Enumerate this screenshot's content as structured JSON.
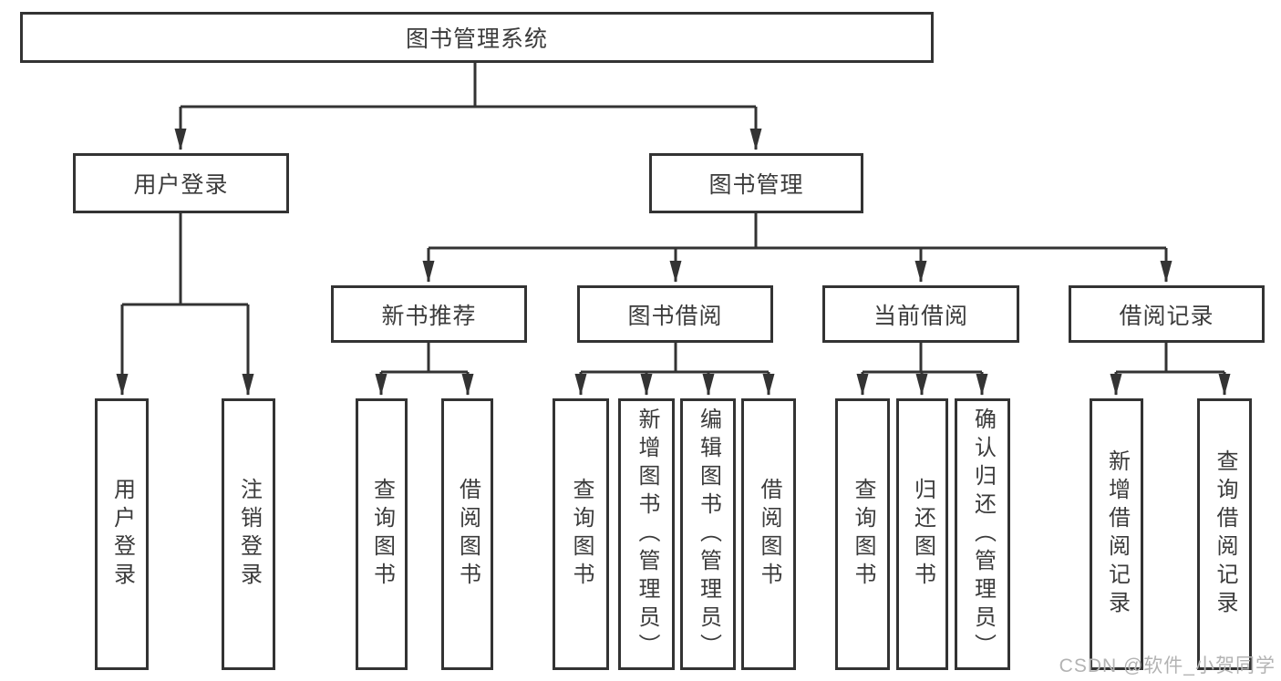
{
  "colors": {
    "line": "#333333",
    "text": "#3b3b3b",
    "background": "#ffffff",
    "watermark_color": "#b3b3b3"
  },
  "watermark": {
    "label": "CSDN @软件_小贺同学"
  },
  "tree": {
    "root": {
      "label": "图书管理系统"
    },
    "branches": [
      {
        "label": "用户登录",
        "children": [
          {
            "label": "用户登录"
          },
          {
            "label": "注销登录"
          }
        ]
      },
      {
        "label": "图书管理",
        "children": [
          {
            "label": "新书推荐",
            "children": [
              {
                "label": "查询图书"
              },
              {
                "label": "借阅图书"
              }
            ]
          },
          {
            "label": "图书借阅",
            "children": [
              {
                "label": "查询图书"
              },
              {
                "label": "新增图书（管理员）"
              },
              {
                "label": "编辑图书（管理员）"
              },
              {
                "label": "借阅图书"
              }
            ]
          },
          {
            "label": "当前借阅",
            "children": [
              {
                "label": "查询图书"
              },
              {
                "label": "归还图书"
              },
              {
                "label": "确认归还（管理员）"
              }
            ]
          },
          {
            "label": "借阅记录",
            "children": [
              {
                "label": "新增借阅记录"
              },
              {
                "label": "查询借阅记录"
              }
            ]
          }
        ]
      }
    ]
  }
}
